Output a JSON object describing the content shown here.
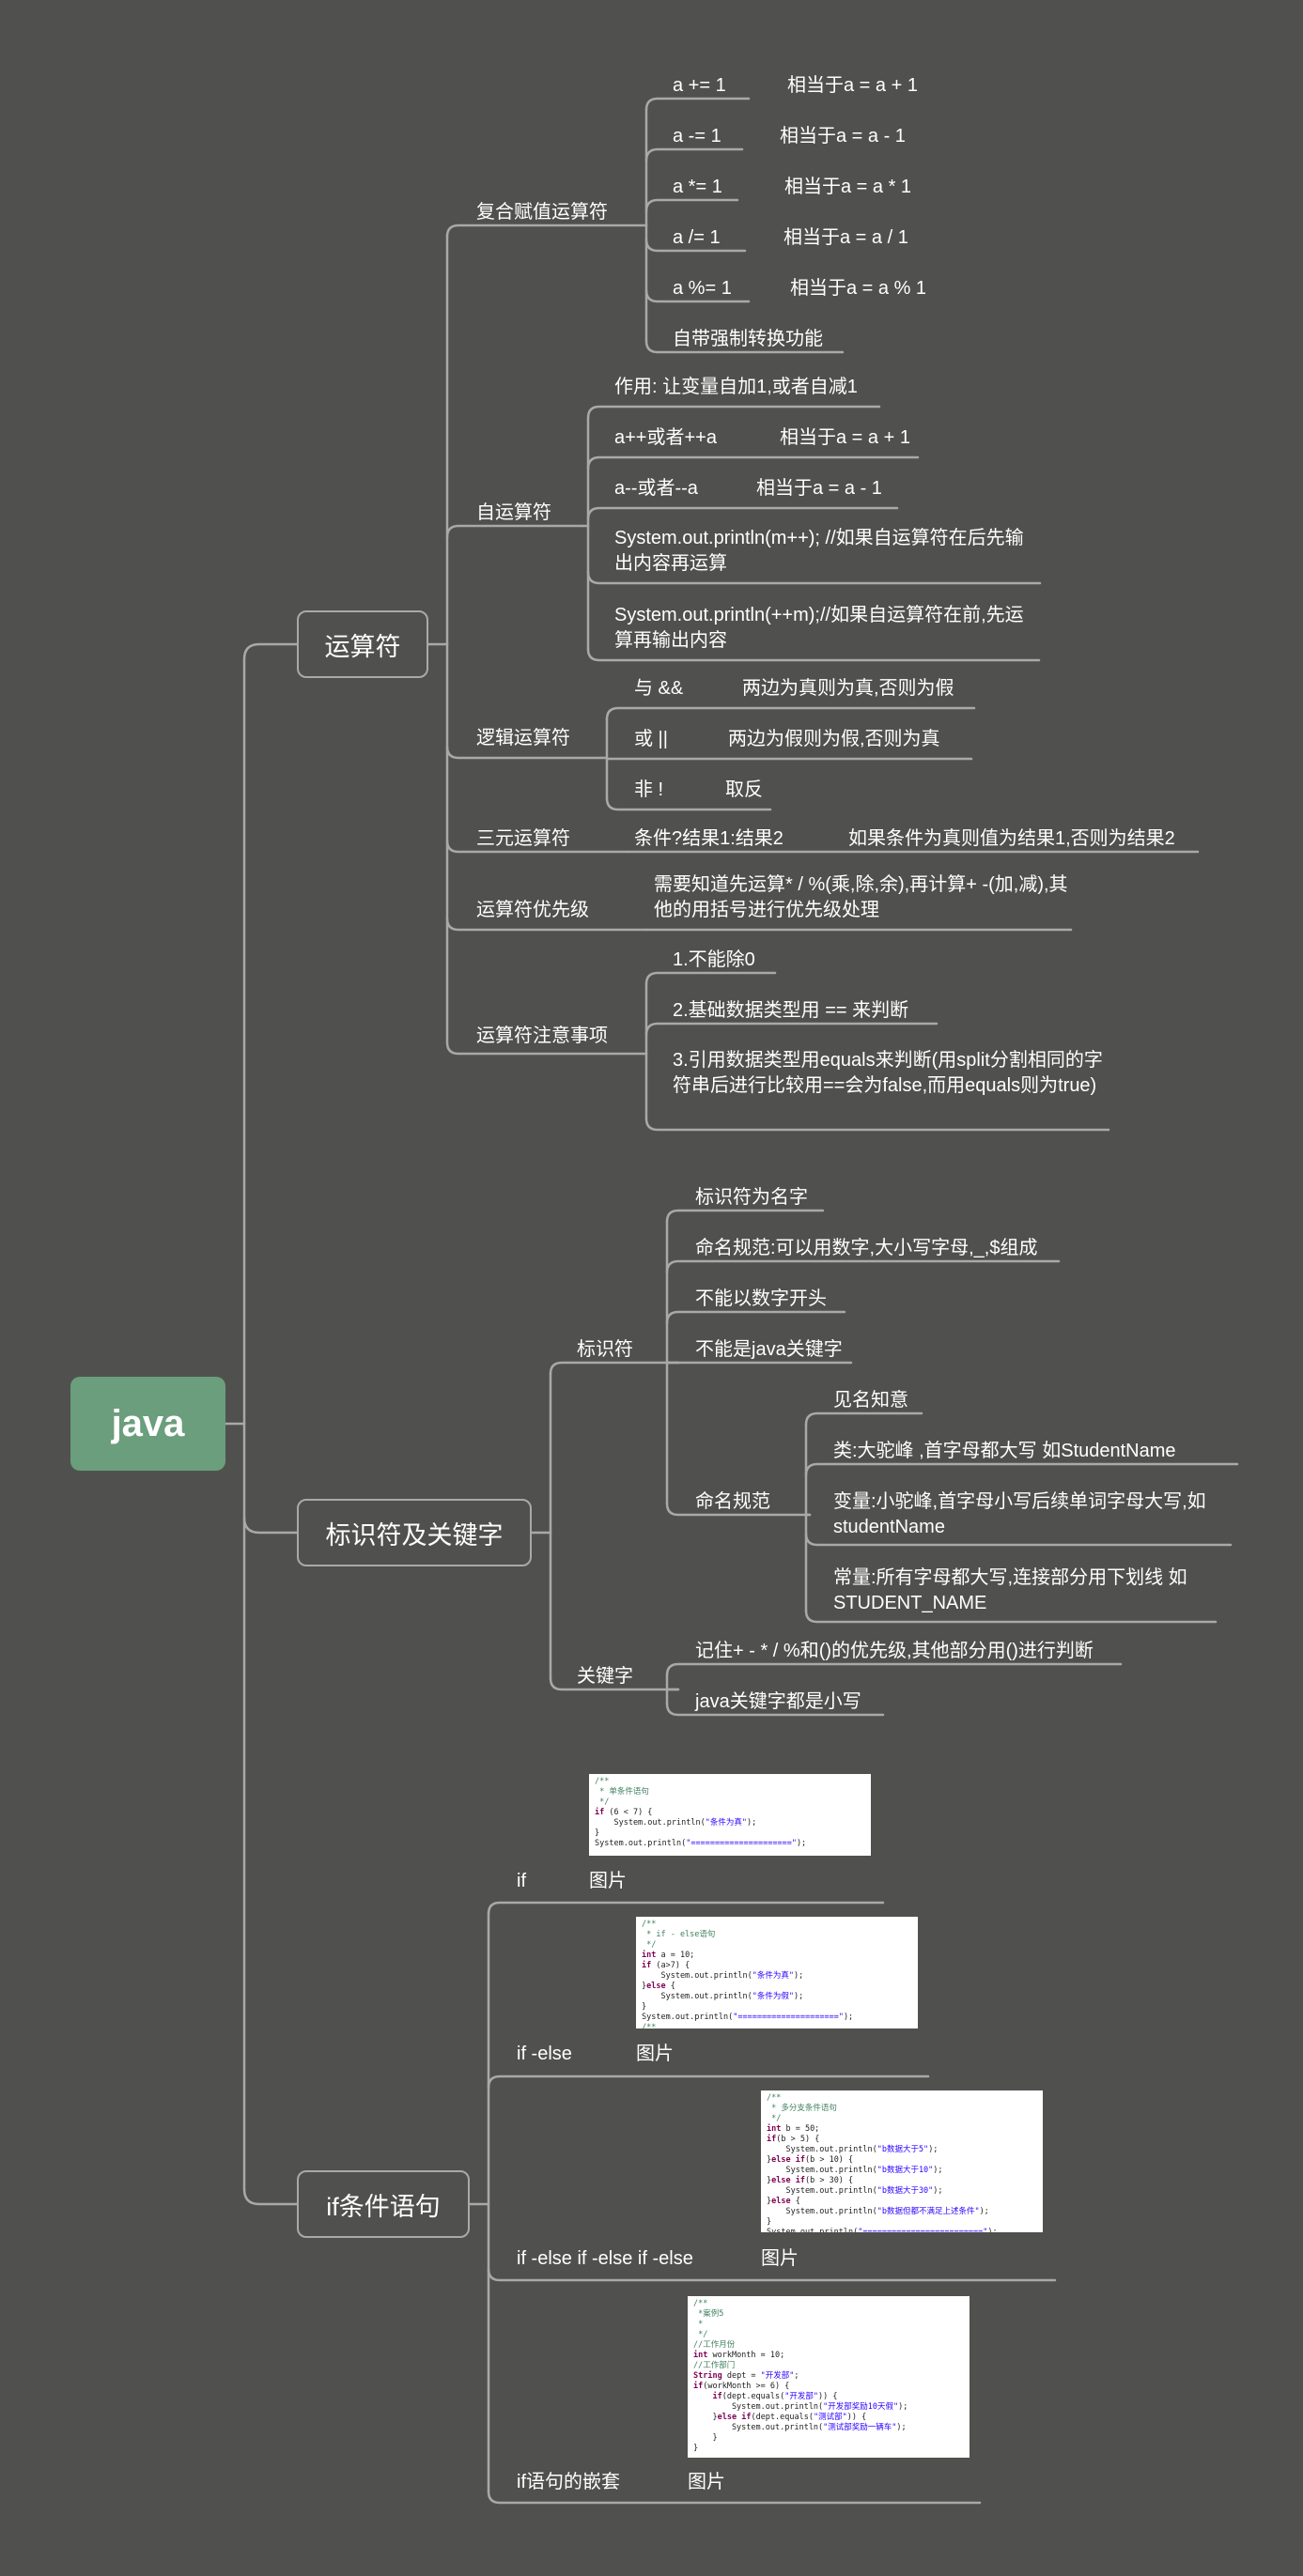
{
  "root": "java",
  "colors": {
    "background": "#50514f",
    "root": "#6b9e7c",
    "line": "#a9aaa8",
    "text": "#ffffff"
  },
  "operators": {
    "title": "运算符",
    "compound": {
      "label": "复合赋值运算符",
      "items": [
        [
          "a += 1",
          "相当于a = a + 1"
        ],
        [
          "a -= 1",
          "相当于a = a - 1"
        ],
        [
          "a *= 1",
          "相当于a = a * 1"
        ],
        [
          "a /= 1",
          "相当于a = a / 1"
        ],
        [
          "a %= 1",
          "相当于a = a % 1"
        ],
        [
          "自带强制转换功能",
          ""
        ]
      ]
    },
    "self": {
      "label": "自运算符",
      "items": [
        "作用: 让变量自加1,或者自减1",
        [
          "a++或者++a",
          "相当于a = a + 1"
        ],
        [
          "a--或者--a",
          "相当于a = a - 1"
        ],
        "System.out.println(m++); //如果自运算符在后先输出内容再运算",
        "System.out.println(++m);//如果自运算符在前,先运算再输出内容"
      ]
    },
    "logic": {
      "label": "逻辑运算符",
      "items": [
        [
          "与 &&",
          "两边为真则为真,否则为假"
        ],
        [
          "或 ||",
          "两边为假则为假,否则为真"
        ],
        [
          "非 !",
          "取反"
        ]
      ]
    },
    "ternary": {
      "label": "三元运算符",
      "a": "条件?结果1:结果2",
      "b": "如果条件为真则值为结果1,否则为结果2"
    },
    "priority": {
      "label": "运算符优先级",
      "text": "需要知道先运算* / %(乘,除,余),再计算+ -(加,减),其他的用括号进行优先级处理"
    },
    "notes": {
      "label": "运算符注意事项",
      "items": [
        "1.不能除0",
        "2.基础数据类型用 == 来判断",
        "3.引用数据类型用equals来判断(用split分割相同的字符串后进行比较用==会为false,而用equals则为true)"
      ]
    }
  },
  "identifiers": {
    "title": "标识符及关键字",
    "ident": {
      "label": "标识符",
      "items": [
        "标识符为名字",
        "命名规范:可以用数字,大小写字母,_,$组成",
        "不能以数字开头",
        "不能是java关键字"
      ],
      "rules": {
        "label": "命名规范",
        "items": [
          "见名知意",
          "类:大驼峰 ,首字母都大写 如StudentName",
          "变量:小驼峰,首字母小写后续单词字母大写,如studentName",
          "常量:所有字母都大写,连接部分用下划线 如STUDENT_NAME"
        ]
      }
    },
    "keywords": {
      "label": "关键字",
      "items": [
        "记住+ - * / %和()的优先级,其他部分用()进行判断",
        "java关键字都是小写"
      ]
    }
  },
  "ifs": {
    "title": "if条件语句",
    "image_label": "图片",
    "items": [
      "if",
      "if -else",
      "if -else if -else if -else",
      "if语句的嵌套"
    ]
  },
  "code": {
    "c1": [
      "/**",
      " * 单条件语句",
      " */",
      "if (6 < 7) {",
      "    System.out.println(\"条件为真\");",
      "}",
      "System.out.println(\"=====================\");"
    ],
    "c2": [
      "/**",
      " * if - else语句",
      " */",
      "int a = 10;",
      "if (a>7) {",
      "    System.out.println(\"条件为真\");",
      "}else {",
      "    System.out.println(\"条件为假\");",
      "}",
      "System.out.println(\"=====================\");",
      "/**"
    ],
    "c3": [
      "/**",
      " * 多分支条件语句",
      " */",
      "int b = 50;",
      "if(b > 5) {",
      "    System.out.println(\"b数据大于5\");",
      "}else if(b > 10) {",
      "    System.out.println(\"b数据大于10\");",
      "}else if(b > 30) {",
      "    System.out.println(\"b数据大于30\");",
      "}else {",
      "    System.out.println(\"b数据但都不满足上述条件\");",
      "}",
      "System.out.println(\"=========================\");"
    ],
    "c4": [
      "/**",
      " *案例5",
      " *",
      " */",
      "//工作月份",
      "int workMonth = 10;",
      "//工作部门",
      "String dept = \"开发部\";",
      "if(workMonth >= 6) {",
      "    if(dept.equals(\"开发部\")) {",
      "        System.out.println(\"开发部奖励10天假\");",
      "    }else if(dept.equals(\"测试部\")) {",
      "        System.out.println(\"测试部奖励一辆车\");",
      "    }",
      "}"
    ]
  }
}
